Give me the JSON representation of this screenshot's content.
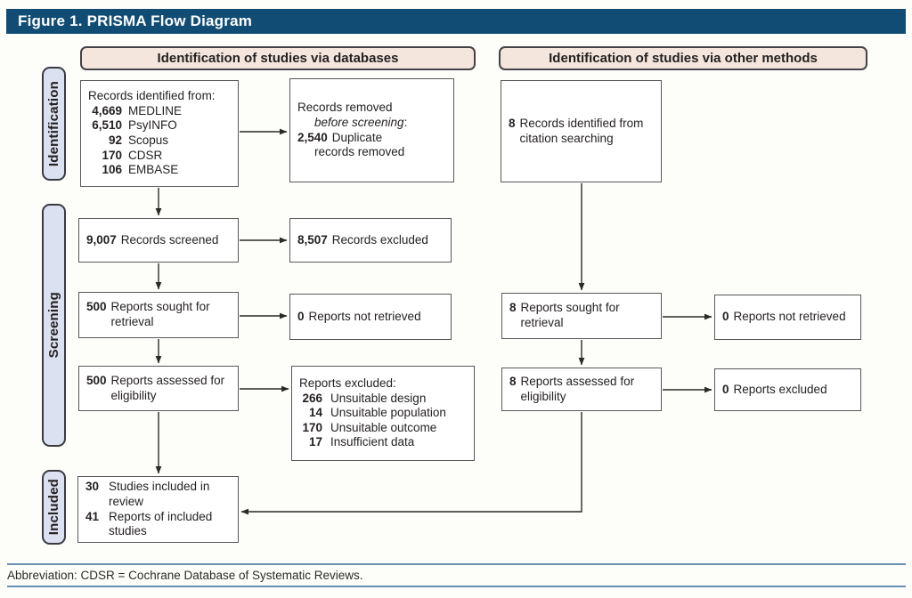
{
  "title_bar": {
    "title": "Figure 1. PRISMA Flow Diagram"
  },
  "column_headers": {
    "databases": "Identification of studies via databases",
    "other_methods": "Identification of studies via other methods"
  },
  "stage_labels": {
    "identification": "Identification",
    "screening": "Screening",
    "included": "Included"
  },
  "database_flow": {
    "records_identified": {
      "intro": "Records identified from:",
      "items": [
        {
          "count": "4,669",
          "source": "MEDLINE"
        },
        {
          "count": "6,510",
          "source": "PsyINFO"
        },
        {
          "count": "92",
          "source": "Scopus"
        },
        {
          "count": "170",
          "source": "CDSR"
        },
        {
          "count": "106",
          "source": "EMBASE"
        }
      ]
    },
    "records_removed": {
      "line1": "Records removed",
      "emphasis": "before screening",
      "emphasis_suffix": ":",
      "count": "2,540",
      "after_count": "Duplicate",
      "last_line": "records removed"
    },
    "records_screened": {
      "count": "9,007",
      "label": "Records screened"
    },
    "records_excluded": {
      "count": "8,507",
      "label": "Records excluded"
    },
    "reports_sought": {
      "count": "500",
      "label": "Reports sought for retrieval"
    },
    "reports_not_retrieved": {
      "count": "0",
      "label": "Reports not retrieved"
    },
    "reports_assessed": {
      "count": "500",
      "label": "Reports assessed for eligibility"
    },
    "reports_excluded": {
      "intro": "Reports excluded:",
      "items": [
        {
          "count": "266",
          "reason": "Unsuitable design"
        },
        {
          "count": "14",
          "reason": "Unsuitable population"
        },
        {
          "count": "170",
          "reason": "Unsuitable outcome"
        },
        {
          "count": "17",
          "reason": "Insufficient data"
        }
      ]
    },
    "included": {
      "items": [
        {
          "count": "30",
          "label": "Studies included in review"
        },
        {
          "count": "41",
          "label": "Reports of included studies"
        }
      ]
    }
  },
  "other_methods_flow": {
    "records_identified": {
      "count": "8",
      "label": "Records identified from citation searching"
    },
    "reports_sought": {
      "count": "8",
      "label": "Reports sought for retrieval"
    },
    "reports_not_retrieved": {
      "count": "0",
      "label": "Reports not retrieved"
    },
    "reports_assessed": {
      "count": "8",
      "label": "Reports assessed for eligibility"
    },
    "reports_excluded": {
      "count": "0",
      "label": "Reports excluded"
    }
  },
  "footer": {
    "abbreviation": "Abbreviation: CDSR = Cochrane Database of Systematic Reviews."
  },
  "colors": {
    "title_bar_bg": "#114C74",
    "title_text": "#FFFFFF",
    "column_header_fill": "#F4E6DD",
    "stage_label_fill": "#DBE1F1",
    "box_border": "#58585A",
    "arrow": "#2A2A2A",
    "footer_rule": "#6C8FB4"
  }
}
